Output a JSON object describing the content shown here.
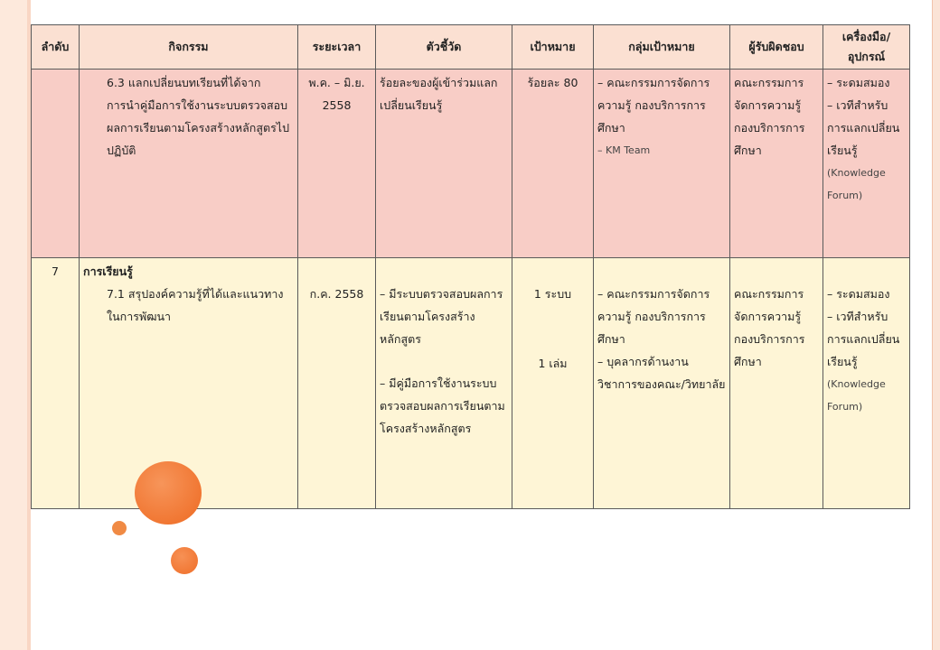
{
  "table": {
    "headers": [
      "ลำดับ",
      "กิจกรรม",
      "ระยะเวลา",
      "ตัวชี้วัด",
      "เป้าหมาย",
      "กลุ่มเป้าหมาย",
      "ผู้รับผิดชอบ",
      "เครื่องมือ/อุปกรณ์"
    ],
    "row1": {
      "no": "",
      "activity": "6.3 แลกเปลี่ยนบทเรียนที่ได้จากการนำคู่มือการใช้งานระบบตรวจสอบผลการเรียนตามโครงสร้างหลักสูตรไปปฏิบัติ",
      "period": "พ.ค. – มิ.ย. 2558",
      "indicator": "ร้อยละของผู้เข้าร่วมแลกเปลี่ยนเรียนรู้",
      "target": "ร้อยละ 80",
      "group_1": "– คณะกรรมการจัดการความรู้ กองบริการการศึกษา",
      "group_2": "– KM Team",
      "responsible": "คณะกรรมการจัดการความรู้ กองบริการการศึกษา",
      "tool_1": "– ระดมสมอง",
      "tool_2": "– เวทีสำหรับการแลกเปลี่ยนเรียนรู้",
      "tool_3": "(Knowledge Forum)"
    },
    "row2": {
      "no": "7",
      "title": "การเรียนรู้",
      "activity": "7.1 สรุปองค์ความรู้ที่ได้และแนวทางในการพัฒนา",
      "period": "ก.ค. 2558",
      "indicator_1": "– มีระบบตรวจสอบผลการเรียนตามโครงสร้างหลักสูตร",
      "indicator_2": "– มีคู่มือการใช้งานระบบตรวจสอบผลการเรียนตามโครงสร้างหลักสูตร",
      "target_1": "1 ระบบ",
      "target_2": "1 เล่ม",
      "group_1": "– คณะกรรมการจัดการความรู้ กองบริการการศึกษา",
      "group_2": "– บุคลากรด้านงานวิชาการของคณะ/วิทยาลัย",
      "responsible": "คณะกรรมการจัดการความรู้ กองบริการการศึกษา",
      "tool_1": "– ระดมสมอง",
      "tool_2": "– เวทีสำหรับการแลกเปลี่ยนเรียนรู้",
      "tool_3": "(Knowledge Forum)"
    }
  }
}
